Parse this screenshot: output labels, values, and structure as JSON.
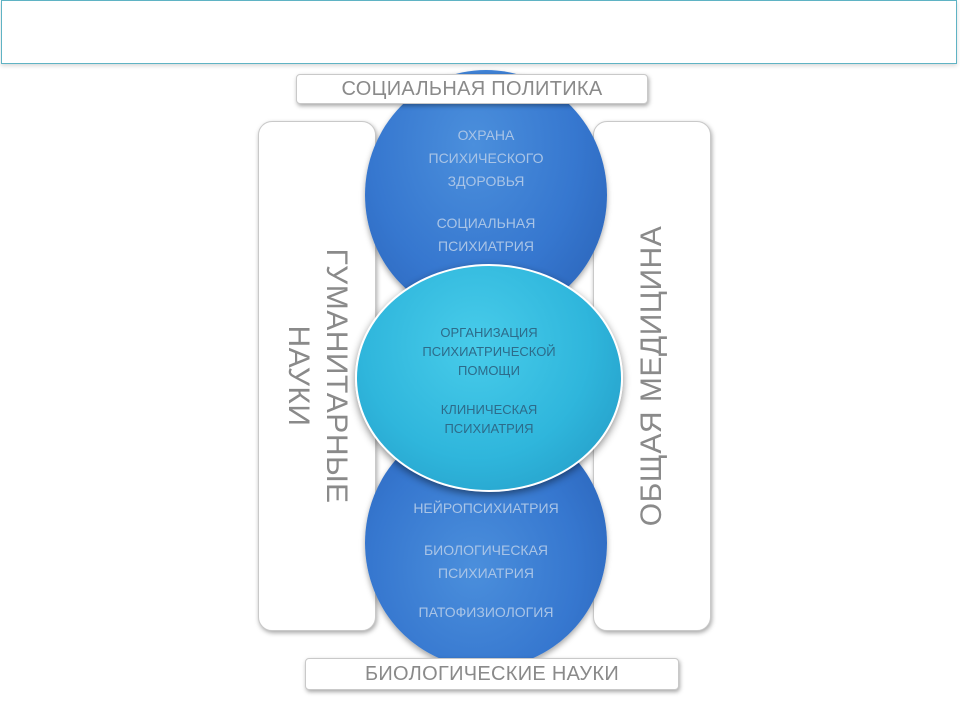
{
  "header": {
    "title": ""
  },
  "top_label": "СОЦИАЛЬНАЯ ПОЛИТИКА",
  "bottom_label": "БИОЛОГИЧЕСКИЕ НАУКИ",
  "left_side": {
    "line1": "ГУМАНИТАРНЫЕ",
    "line2": "НАУКИ"
  },
  "right_side": {
    "label": "ОБЩАЯ МЕДИЦИНА"
  },
  "top_circle": {
    "items": [
      {
        "line1": "ОХРАНА",
        "line2": "ПСИХИЧЕСКОГО",
        "line3": "ЗДОРОВЬЯ"
      },
      {
        "line1": "СОЦИАЛЬНАЯ",
        "line2": "ПСИХИАТРИЯ"
      }
    ]
  },
  "center_circle": {
    "items": [
      {
        "line1": "ОРГАНИЗАЦИЯ",
        "line2": "ПСИХИАТРИЧЕСКОЙ",
        "line3": "ПОМОЩИ"
      },
      {
        "line1": "КЛИНИЧЕСКАЯ",
        "line2": "ПСИХИАТРИЯ"
      }
    ]
  },
  "bottom_circle": {
    "items": [
      {
        "line1": "НЕЙРОПСИХИАТРИЯ"
      },
      {
        "line1": "БИОЛОГИЧЕСКАЯ",
        "line2": "ПСИХИАТРИЯ"
      },
      {
        "line1": "ПАТОФИЗИОЛОГИЯ"
      }
    ]
  },
  "colors": {
    "title_border": "#5fb3c4",
    "outer_circle": "#3677cf",
    "center_circle": "#2fb6dc",
    "label_text": "#8a8a8a",
    "outer_circle_text": "#a9c4e6",
    "center_circle_text": "#2d6b8a"
  }
}
